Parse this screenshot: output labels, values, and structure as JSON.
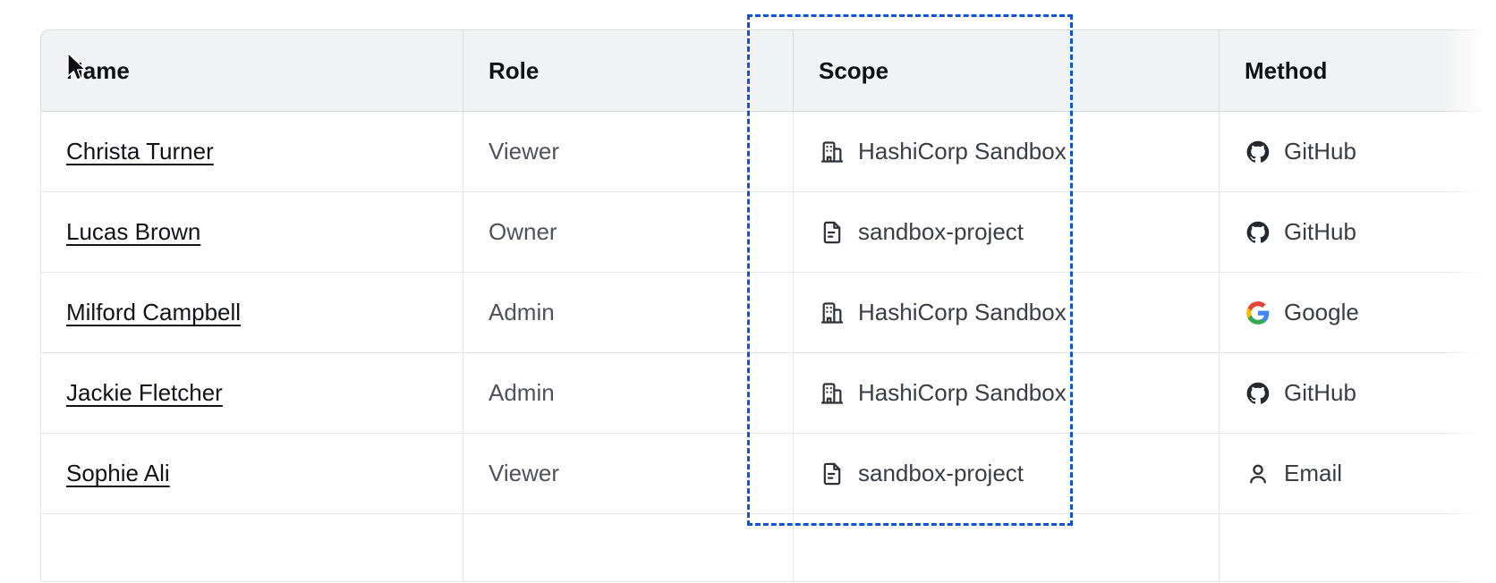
{
  "table": {
    "columns": [
      {
        "key": "name",
        "label": "Name"
      },
      {
        "key": "role",
        "label": "Role"
      },
      {
        "key": "scope",
        "label": "Scope"
      },
      {
        "key": "method",
        "label": "Method"
      }
    ],
    "rows": [
      {
        "name": "Christa Turner",
        "role": "Viewer",
        "scope": "HashiCorp Sandbox",
        "scope_icon": "organization-icon",
        "method": "GitHub",
        "method_icon": "github-icon"
      },
      {
        "name": "Lucas Brown",
        "role": "Owner",
        "scope": "sandbox-project",
        "scope_icon": "file-document-icon",
        "method": "GitHub",
        "method_icon": "github-icon"
      },
      {
        "name": "Milford Campbell",
        "role": "Admin",
        "scope": "HashiCorp Sandbox",
        "scope_icon": "organization-icon",
        "method": "Google",
        "method_icon": "google-icon"
      },
      {
        "name": "Jackie Fletcher",
        "role": "Admin",
        "scope": "HashiCorp Sandbox",
        "scope_icon": "organization-icon",
        "method": "GitHub",
        "method_icon": "github-icon"
      },
      {
        "name": "Sophie Ali",
        "role": "Viewer",
        "scope": "sandbox-project",
        "scope_icon": "file-document-icon",
        "method": "Email",
        "method_icon": "user-person-icon"
      },
      {
        "name": "",
        "role": "",
        "scope": "",
        "scope_icon": "",
        "method": "",
        "method_icon": ""
      }
    ]
  },
  "selection": {
    "target_column": "Scope",
    "border_color": "#1253d4",
    "style": "dashed"
  },
  "colors": {
    "header_background": "#f1f2f3",
    "header_text": "#0f1115",
    "body_text": "#3b3d45",
    "link_text": "#111318",
    "row_border": "#e6e7ea",
    "table_border": "#d8dade",
    "accent": "#1253d4",
    "github_icon": "#24292f",
    "google_red": "#ea4335",
    "google_yellow": "#fbbc05",
    "google_green": "#34a853",
    "google_blue": "#4285f4"
  }
}
